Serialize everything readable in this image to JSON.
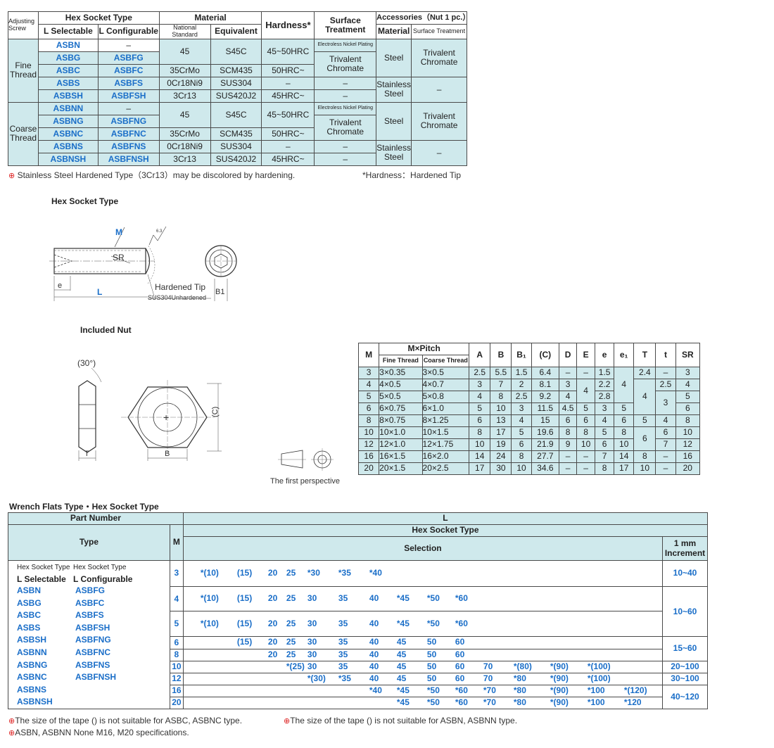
{
  "material_table": {
    "headers": {
      "adjusting_screw": "Adjusting Screw",
      "hex_socket_type": "Hex Socket Type",
      "l_selectable": "L Selectable",
      "l_configurable": "L Configurable",
      "material": "Material",
      "national_standard": "National Standard",
      "equivalent": "Equivalent",
      "hardness": "Hardness*",
      "surface_treatment": "Surface Treatment",
      "accessories": "Accessories（Nut 1 pc.）",
      "acc_material": "Material",
      "acc_surface": "Surface Treatment"
    },
    "groups": [
      {
        "name": "Fine Thread",
        "rows": [
          {
            "sel": "ASBN",
            "cfg": "–"
          },
          {
            "sel": "ASBG",
            "cfg": "ASBFG"
          },
          {
            "sel": "ASBC",
            "cfg": "ASBFC"
          },
          {
            "sel": "ASBS",
            "cfg": "ASBFS"
          },
          {
            "sel": "ASBSH",
            "cfg": "ASBFSH"
          }
        ]
      },
      {
        "name": "Coarse Thread",
        "rows": [
          {
            "sel": "ASBNN",
            "cfg": "–"
          },
          {
            "sel": "ASBNG",
            "cfg": "ASBFNG"
          },
          {
            "sel": "ASBNC",
            "cfg": "ASBFNC"
          },
          {
            "sel": "ASBNS",
            "cfg": "ASBFNS"
          },
          {
            "sel": "ASBNSH",
            "cfg": "ASBFNSH"
          }
        ]
      }
    ],
    "mat_45": "45",
    "eq_s45c": "S45C",
    "hard_45_50": "45~50HRC",
    "electroless": "Electroless Nickel Plating",
    "trivalent": "Trivalent Chromate",
    "steel": "Steel",
    "acc_trivalent": "Trivalent Chromate",
    "mat_35crmo": "35CrMo",
    "eq_scm435": "SCM435",
    "hard_50": "50HRC~",
    "mat_0cr18ni9": "0Cr18Ni9",
    "eq_sus304": "SUS304",
    "dash": "–",
    "stainless_steel": "Stainless Steel",
    "mat_3cr13": "3Cr13",
    "eq_sus420j2": "SUS420J2",
    "hard_45": "45HRC~",
    "note_left": "Stainless Steel Hardened Type（3Cr13）may be discolored by hardening.",
    "note_right": "*Hardness：Hardened Tip"
  },
  "drawing": {
    "title": "Hex Socket Type",
    "label_m": "M",
    "label_sr": "SR",
    "label_e": "e",
    "label_l": "L",
    "label_b1": "B1",
    "roughness": "6.3",
    "hardened_tip": "Hardened Tip",
    "sus304": "SUS304Unhardened"
  },
  "nut_drawing": {
    "title": "Included Nut",
    "angle": "(30°)",
    "label_t": "T",
    "label_b": "B",
    "label_c": "(C)",
    "perspective": "The first perspective"
  },
  "dim_table": {
    "headers": [
      "M",
      "M×Pitch",
      "A",
      "B",
      "B₁",
      "(C)",
      "D",
      "E",
      "e",
      "e₁",
      "T",
      "t",
      "SR"
    ],
    "sub_headers": [
      "Fine Thread",
      "Coarse Thread"
    ],
    "rows": [
      [
        "3",
        "3×0.35",
        "3×0.5",
        "2.5",
        "5.5",
        "1.5",
        "6.4",
        "–",
        "–",
        "1.5",
        "",
        "2.4",
        "–",
        "3"
      ],
      [
        "4",
        "4×0.5",
        "4×0.7",
        "3",
        "7",
        "2",
        "8.1",
        "3",
        "",
        "2.2",
        "",
        "",
        "2.5",
        "4"
      ],
      [
        "5",
        "5×0.5",
        "5×0.8",
        "4",
        "8",
        "2.5",
        "9.2",
        "4",
        "",
        "2.8",
        "",
        "",
        "",
        "5"
      ],
      [
        "6",
        "6×0.75",
        "6×1.0",
        "5",
        "10",
        "3",
        "11.5",
        "4.5",
        "5",
        "3",
        "5",
        "",
        "",
        "6"
      ],
      [
        "8",
        "8×0.75",
        "8×1.25",
        "6",
        "13",
        "4",
        "15",
        "6",
        "6",
        "4",
        "6",
        "5",
        "4",
        "8"
      ],
      [
        "10",
        "10×1.0",
        "10×1.5",
        "8",
        "17",
        "5",
        "19.6",
        "8",
        "8",
        "5",
        "8",
        "",
        "6",
        "10"
      ],
      [
        "12",
        "12×1.0",
        "12×1.75",
        "10",
        "19",
        "6",
        "21.9",
        "9",
        "10",
        "6",
        "10",
        "",
        "7",
        "12"
      ],
      [
        "16",
        "16×1.5",
        "16×2.0",
        "14",
        "24",
        "8",
        "27.7",
        "–",
        "–",
        "7",
        "14",
        "8",
        "–",
        "16"
      ],
      [
        "20",
        "20×1.5",
        "20×2.5",
        "17",
        "30",
        "10",
        "34.6",
        "–",
        "–",
        "8",
        "17",
        "10",
        "–",
        "20"
      ]
    ],
    "merged_e": "4",
    "merged_e1": "4",
    "merged_t_upper": "4",
    "merged_small_t": "3",
    "merged_t_lower": "6"
  },
  "pn_table": {
    "title": "Wrench Flats Type・Hex Socket Type",
    "part_number": "Part Number",
    "type": "Type",
    "m": "M",
    "l": "L",
    "hex_socket_type": "Hex Socket Type",
    "selection": "Selection",
    "increment": "1 mm Increment",
    "type_hdr_left": "Hex Socket Type",
    "type_hdr_right": "Hex Socket Type",
    "l_selectable": "L Selectable",
    "l_configurable": "L Configurable",
    "left_col": [
      "ASBN",
      "ASBG",
      "ASBC",
      "ASBS",
      "ASBSH",
      "ASBNN",
      "ASBNG",
      "ASBNC",
      "ASBNS",
      "ASBNSH"
    ],
    "right_col": [
      "ASBFG",
      "ASBFC",
      "ASBFS",
      "ASBFSH",
      "ASBFNG",
      "ASBFNC",
      "ASBFNS",
      "ASBFNSH"
    ],
    "rows": [
      {
        "m": "3",
        "sel": [
          "*(10)",
          "(15)",
          "20",
          "25",
          "*30",
          "*35",
          "*40"
        ],
        "inc": "10~40"
      },
      {
        "m": "4",
        "sel": [
          "*(10)",
          "(15)",
          "20",
          "25",
          "30",
          "35",
          "40",
          "*45",
          "*50",
          "*60"
        ],
        "inc": "10~60"
      },
      {
        "m": "5",
        "sel": [
          "*(10)",
          "(15)",
          "20",
          "25",
          "30",
          "35",
          "40",
          "*45",
          "*50",
          "*60"
        ],
        "inc": ""
      },
      {
        "m": "6",
        "sel": [
          "(15)",
          "20",
          "25",
          "30",
          "35",
          "40",
          "45",
          "50",
          "60"
        ],
        "inc": "15~60"
      },
      {
        "m": "8",
        "sel": [
          "20",
          "25",
          "30",
          "35",
          "40",
          "45",
          "50",
          "60"
        ],
        "inc": ""
      },
      {
        "m": "10",
        "sel": [
          "*(25)",
          "30",
          "35",
          "40",
          "45",
          "50",
          "60",
          "70",
          "*(80)",
          "*(90)",
          "*(100)"
        ],
        "inc": "20~100"
      },
      {
        "m": "12",
        "sel": [
          "*(30)",
          "*35",
          "40",
          "45",
          "50",
          "60",
          "70",
          "*80",
          "*(90)",
          "*(100)"
        ],
        "inc": "30~100"
      },
      {
        "m": "16",
        "sel": [
          "*40",
          "*45",
          "*50",
          "*60",
          "*70",
          "*80",
          "*(90)",
          "*100",
          "*(120)"
        ],
        "inc": "40~120"
      },
      {
        "m": "20",
        "sel": [
          "*45",
          "*50",
          "*60",
          "*70",
          "*80",
          "*(90)",
          "*100",
          "*120"
        ],
        "inc": ""
      }
    ],
    "note1": "The size of the tape () is not suitable for ASBC, ASBNC type.",
    "note2": "The size of the tape () is not suitable for ASBN, ASBNN type.",
    "note3": "ASBN, ASBNN None M16, M20 specifications."
  }
}
